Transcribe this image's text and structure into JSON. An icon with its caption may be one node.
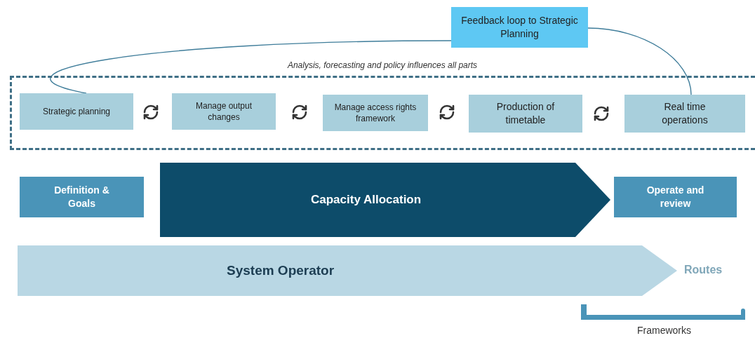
{
  "diagram": {
    "nodes": [
      {
        "text": [
          "Feedback loop to Strategic Planning"
        ]
      },
      {
        "text": [
          "Analysis, forecasting and policy influences all parts"
        ]
      },
      {
        "text": [
          "Strategic planning"
        ],
        "in": 1
      },
      {
        "text": [
          "Manage output changes"
        ],
        "in": 1
      },
      {
        "text": [
          "Manage access rights framework"
        ],
        "in": 1
      },
      {
        "text": [
          "Production of timetable"
        ],
        "in": 1
      },
      {
        "text": [
          "Real time operations"
        ],
        "in": 1
      },
      {
        "text": [
          "Definition & Goals"
        ]
      },
      {
        "text": [
          "Capacity Allocation"
        ]
      },
      {
        "text": [
          "Operate and review"
        ]
      },
      {
        "text": [
          "System Operator"
        ]
      }
    ],
    "edges": [
      {
        "from": 6,
        "to": 0,
        "arrow": "none"
      },
      {
        "from": 0,
        "to": 2,
        "arrow": "none"
      }
    ],
    "labels": [
      "Routes",
      "Frameworks"
    ]
  }
}
